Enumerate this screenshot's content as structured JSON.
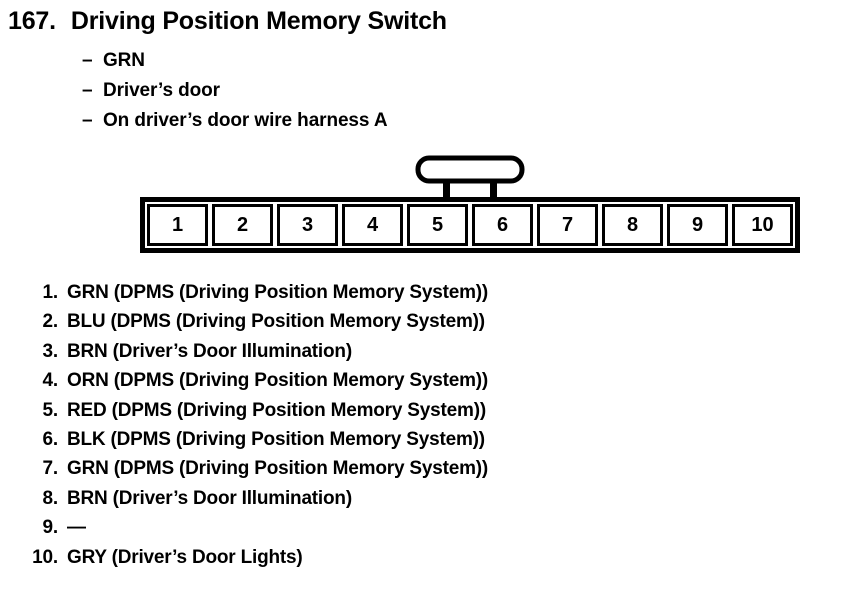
{
  "colors": {
    "ink": "#000000",
    "paper": "#ffffff"
  },
  "header": {
    "item_number": "167.",
    "title": "Driving Position Memory Switch"
  },
  "attributes": {
    "bullet": "–",
    "items": [
      {
        "label": "GRN"
      },
      {
        "label": "Driver’s door"
      },
      {
        "label": "On driver’s door wire harness A"
      }
    ]
  },
  "connector": {
    "pins": [
      {
        "num": "1"
      },
      {
        "num": "2"
      },
      {
        "num": "3"
      },
      {
        "num": "4"
      },
      {
        "num": "5"
      },
      {
        "num": "6"
      },
      {
        "num": "7"
      },
      {
        "num": "8"
      },
      {
        "num": "9"
      },
      {
        "num": "10"
      }
    ]
  },
  "pin_list": {
    "items": [
      {
        "num": "1.",
        "desc": "GRN (DPMS (Driving Position Memory System))"
      },
      {
        "num": "2.",
        "desc": "BLU (DPMS (Driving Position Memory System))"
      },
      {
        "num": "3.",
        "desc": "BRN (Driver’s Door Illumination)"
      },
      {
        "num": "4.",
        "desc": "ORN (DPMS (Driving Position Memory System))"
      },
      {
        "num": "5.",
        "desc": "RED (DPMS (Driving Position Memory System))"
      },
      {
        "num": "6.",
        "desc": "BLK (DPMS (Driving Position Memory System))"
      },
      {
        "num": "7.",
        "desc": "GRN (DPMS (Driving Position Memory System))"
      },
      {
        "num": "8.",
        "desc": "BRN (Driver’s Door Illumination)"
      },
      {
        "num": "9.",
        "desc": "—"
      },
      {
        "num": "10.",
        "desc": "GRY (Driver’s Door Lights)"
      }
    ]
  }
}
